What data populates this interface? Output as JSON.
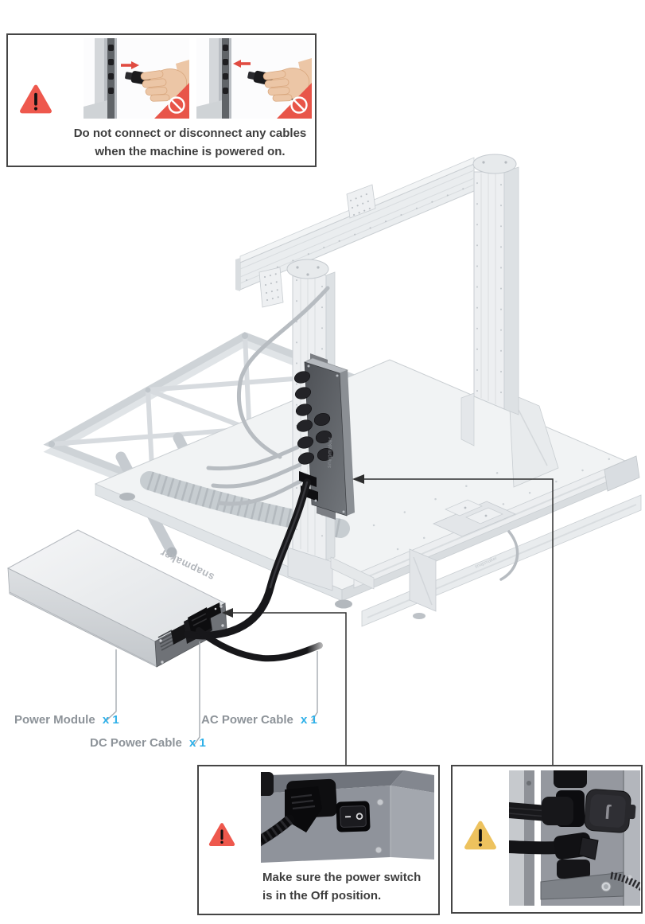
{
  "document": {
    "kind": "assembly-manual-page",
    "subject": "Connecting power module cables to 3D printer converter"
  },
  "colors": {
    "accent_blue": "#2fb0e8",
    "label_gray": "#8d9399",
    "warning_red": "#ee584d",
    "warning_yellow": "#edc25e",
    "callout_line": "#2e2e2e",
    "leader_line": "#a6abb0",
    "text_dark": "#3e3e3e",
    "box_border": "#454545"
  },
  "top_warning": {
    "line1": "Do not connect or disconnect any cables",
    "line2": "when the machine is powered on."
  },
  "switch_warning": {
    "line1": "Make sure the power switch",
    "line2": "is in the Off position."
  },
  "parts_labels": {
    "power_module": {
      "name": "Power Module",
      "qty": "x 1"
    },
    "dc_power_cable": {
      "name": "DC Power Cable",
      "qty": "x 1"
    },
    "ac_power_cable": {
      "name": "AC Power Cable",
      "qty": "x 1"
    }
  },
  "brand": {
    "logo_text": "snapmaker",
    "cap_monogram": "ſ"
  },
  "icons": {
    "warning_red": "red-triangle-exclamation",
    "warning_yellow": "yellow-triangle-exclamation",
    "prohibition": "circle-slash",
    "red_arrow": "direction-arrow",
    "callout_arrow": "pointer-arrow"
  }
}
